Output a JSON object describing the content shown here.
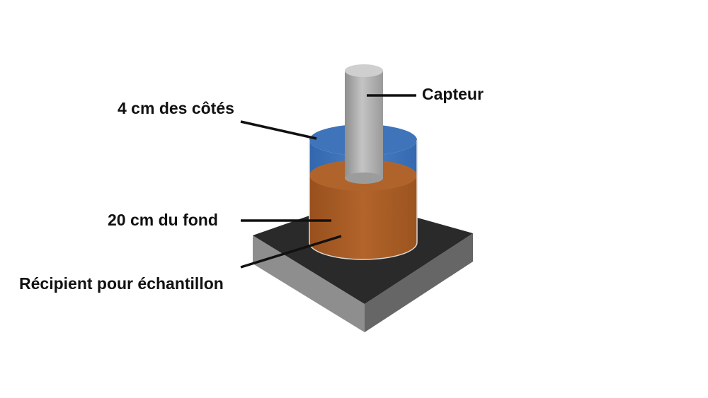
{
  "labels": {
    "sensor": "Capteur",
    "sides_distance": "4 cm des côtés",
    "bottom_distance": "20 cm du fond",
    "sample_container": "Récipient pour échantillon"
  },
  "colors": {
    "water_blue": "#3b6fb6",
    "soil_brown": "#a85a24",
    "sensor_gray": "#a7a7a7",
    "base_top": "#2b2b2b",
    "base_side_left": "#8f8f8f",
    "base_side_right": "#6a6a6a",
    "leader_lines": "#111111"
  }
}
